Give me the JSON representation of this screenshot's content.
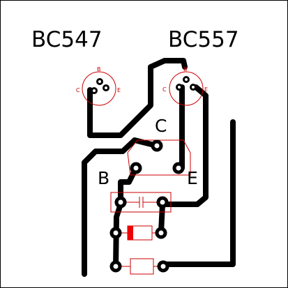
{
  "labels": {
    "part_left": "BC547",
    "part_right": "BC557",
    "pin_c": "C",
    "pin_b": "B",
    "pin_e": "E"
  },
  "footprint_labels": {
    "left_b": "B",
    "left_c": "C",
    "left_e": "E",
    "right_b": "B",
    "right_c": "C",
    "right_e": "E"
  },
  "colors": {
    "copper": "#000000",
    "silkscreen": "#cc0000",
    "pad_fill": "#ffffff",
    "background": "#ffffff",
    "polarity_mark": "#ee0000"
  }
}
